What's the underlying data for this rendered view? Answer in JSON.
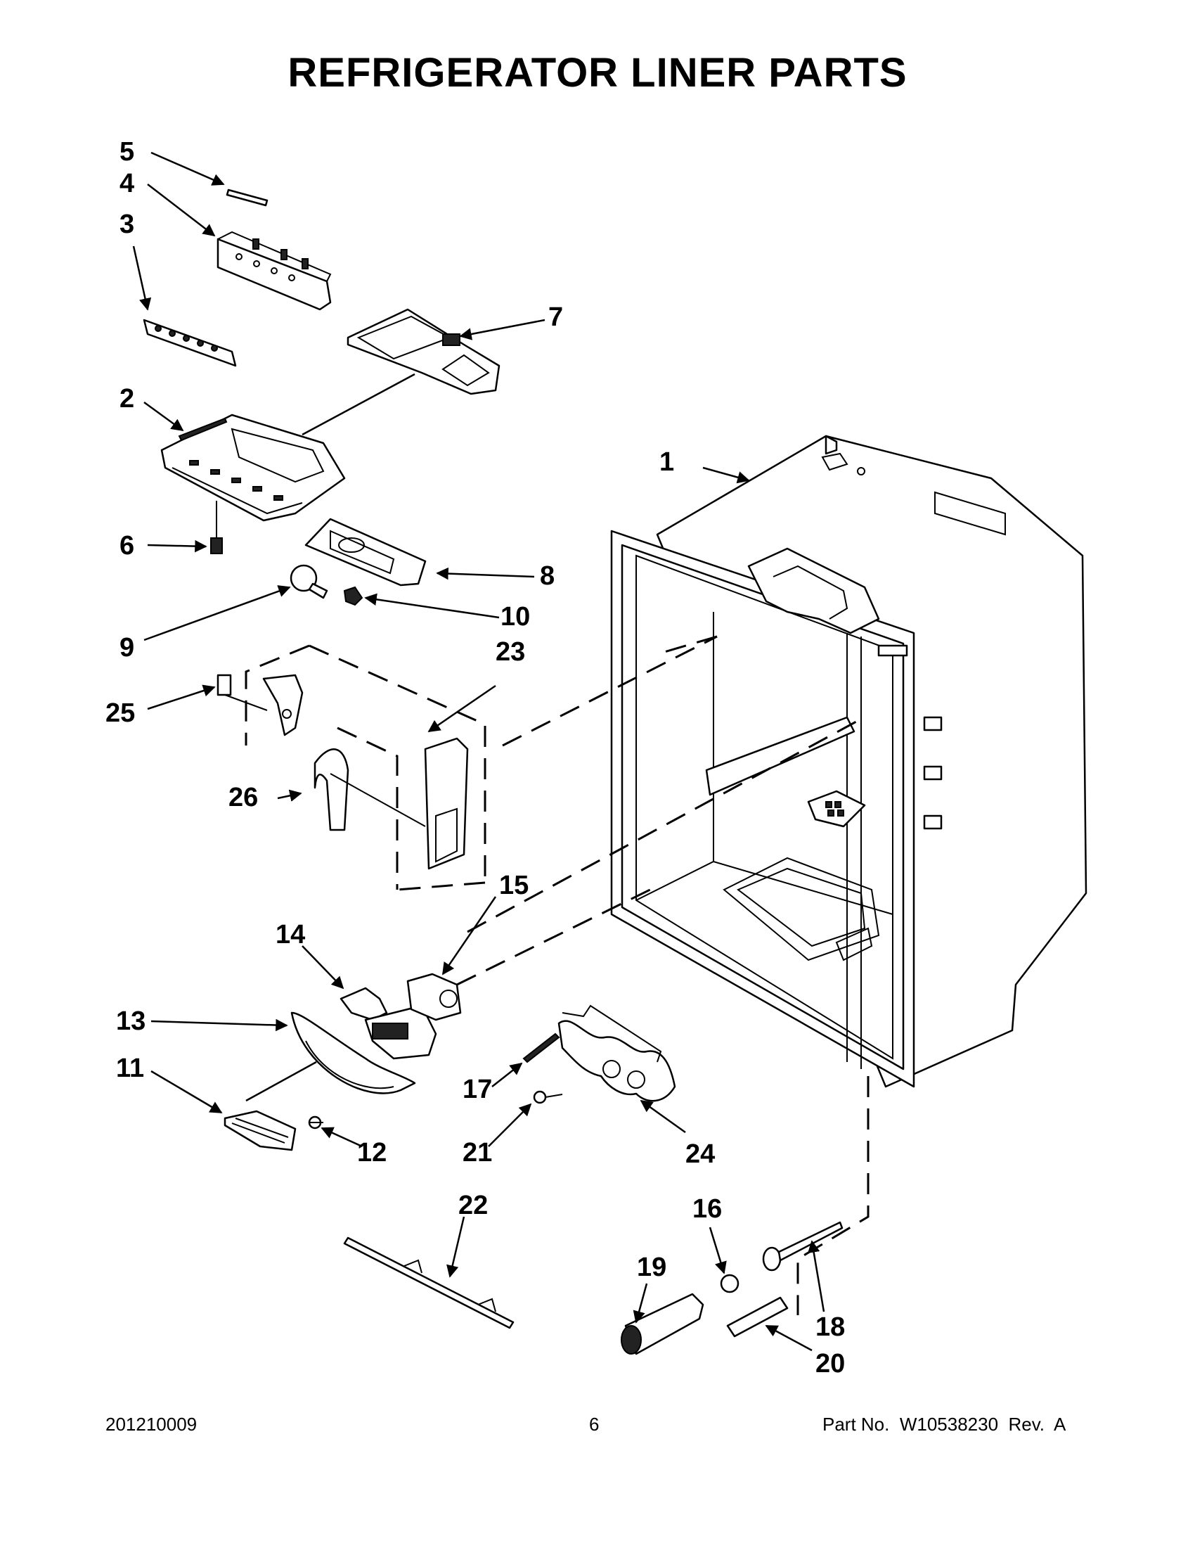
{
  "title": "REFRIGERATOR LINER PARTS",
  "callouts": [
    {
      "id": "c1",
      "label": "1"
    },
    {
      "id": "c2",
      "label": "2"
    },
    {
      "id": "c3",
      "label": "3"
    },
    {
      "id": "c4",
      "label": "4"
    },
    {
      "id": "c5",
      "label": "5"
    },
    {
      "id": "c6",
      "label": "6"
    },
    {
      "id": "c7",
      "label": "7"
    },
    {
      "id": "c8",
      "label": "8"
    },
    {
      "id": "c9",
      "label": "9"
    },
    {
      "id": "c10",
      "label": "10"
    },
    {
      "id": "c11",
      "label": "11"
    },
    {
      "id": "c12",
      "label": "12"
    },
    {
      "id": "c13",
      "label": "13"
    },
    {
      "id": "c14",
      "label": "14"
    },
    {
      "id": "c15",
      "label": "15"
    },
    {
      "id": "c16",
      "label": "16"
    },
    {
      "id": "c17",
      "label": "17"
    },
    {
      "id": "c18",
      "label": "18"
    },
    {
      "id": "c19",
      "label": "19"
    },
    {
      "id": "c20",
      "label": "20"
    },
    {
      "id": "c21",
      "label": "21"
    },
    {
      "id": "c22",
      "label": "22"
    },
    {
      "id": "c23",
      "label": "23"
    },
    {
      "id": "c24",
      "label": "24"
    },
    {
      "id": "c25",
      "label": "25"
    },
    {
      "id": "c26",
      "label": "26"
    }
  ],
  "footer": {
    "doc_code": "201210009",
    "page_number": "6",
    "part_number": "Part No.  W10538230  Rev.  A"
  }
}
